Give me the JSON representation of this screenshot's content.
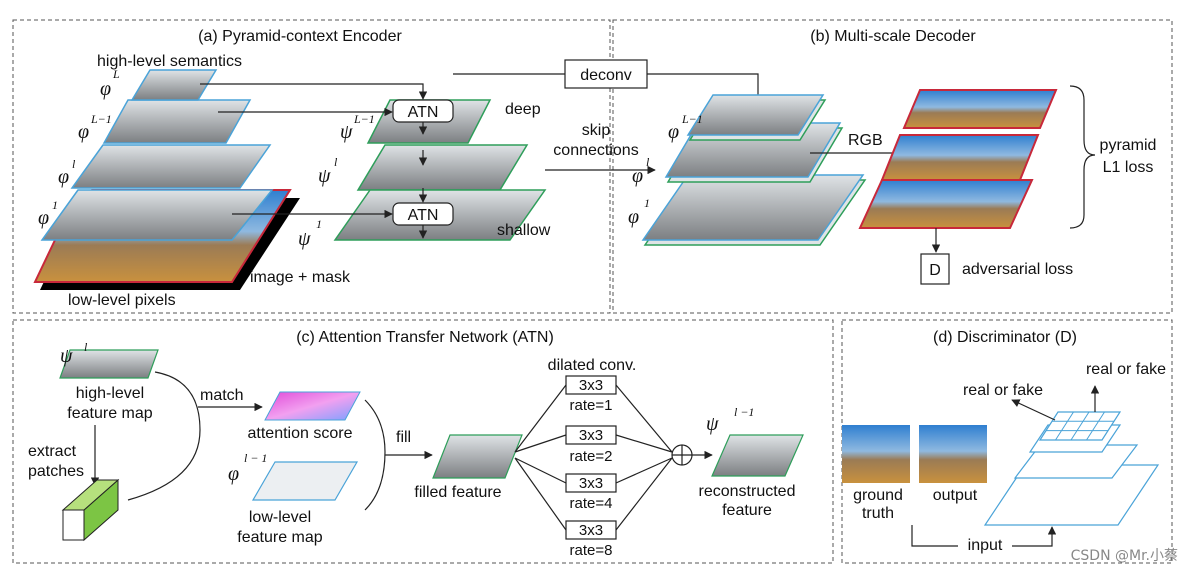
{
  "panels": {
    "a": "(a) Pyramid-context Encoder",
    "b": "(b) Multi-scale Decoder",
    "c": "(c) Attention Transfer Network (ATN)",
    "d": "(d) Discriminator (D)"
  },
  "encoder": {
    "high_level": "high-level semantics",
    "low_level": "low-level pixels",
    "image_mask": "image + mask",
    "phi": "φ",
    "psi": "ψ",
    "sup_L": "L",
    "sup_L1": "L−1",
    "sup_l": "l",
    "sup_1": "1",
    "atn": "ATN",
    "deep": "deep",
    "shallow": "shallow",
    "deconv": "deconv",
    "skip1": "skip",
    "skip2": "connections"
  },
  "decoder": {
    "varphi": "φ",
    "rgb": "RGB",
    "loss1": "pyramid",
    "loss2": "L1 loss",
    "d": "D",
    "adv": "adversarial loss"
  },
  "atn_panel": {
    "psi_sup": "l",
    "hl1": "high-level",
    "hl2": "feature map",
    "extract1": "extract",
    "extract2": "patches",
    "match": "match",
    "attention": "attention score",
    "phi_sup": "l − 1",
    "ll1": "low-level",
    "ll2": "feature map",
    "fill": "fill",
    "filled": "filled feature",
    "dilated": "dilated conv.",
    "convs": [
      {
        "k": "3x3",
        "r": "rate=1"
      },
      {
        "k": "3x3",
        "r": "rate=2"
      },
      {
        "k": "3x3",
        "r": "rate=4"
      },
      {
        "k": "3x3",
        "r": "rate=8"
      }
    ],
    "out_sup": "l −1",
    "rec1": "reconstructed",
    "rec2": "feature"
  },
  "disc": {
    "rf1": "real or fake",
    "rf2": "real or fake",
    "gt1": "ground",
    "gt2": "truth",
    "output": "output",
    "input": "input"
  },
  "watermark": "CSDN @Mr.小蔡",
  "colors": {
    "blue": "#4aa3d8",
    "green": "#2e9e5a",
    "red": "#c8283a"
  }
}
